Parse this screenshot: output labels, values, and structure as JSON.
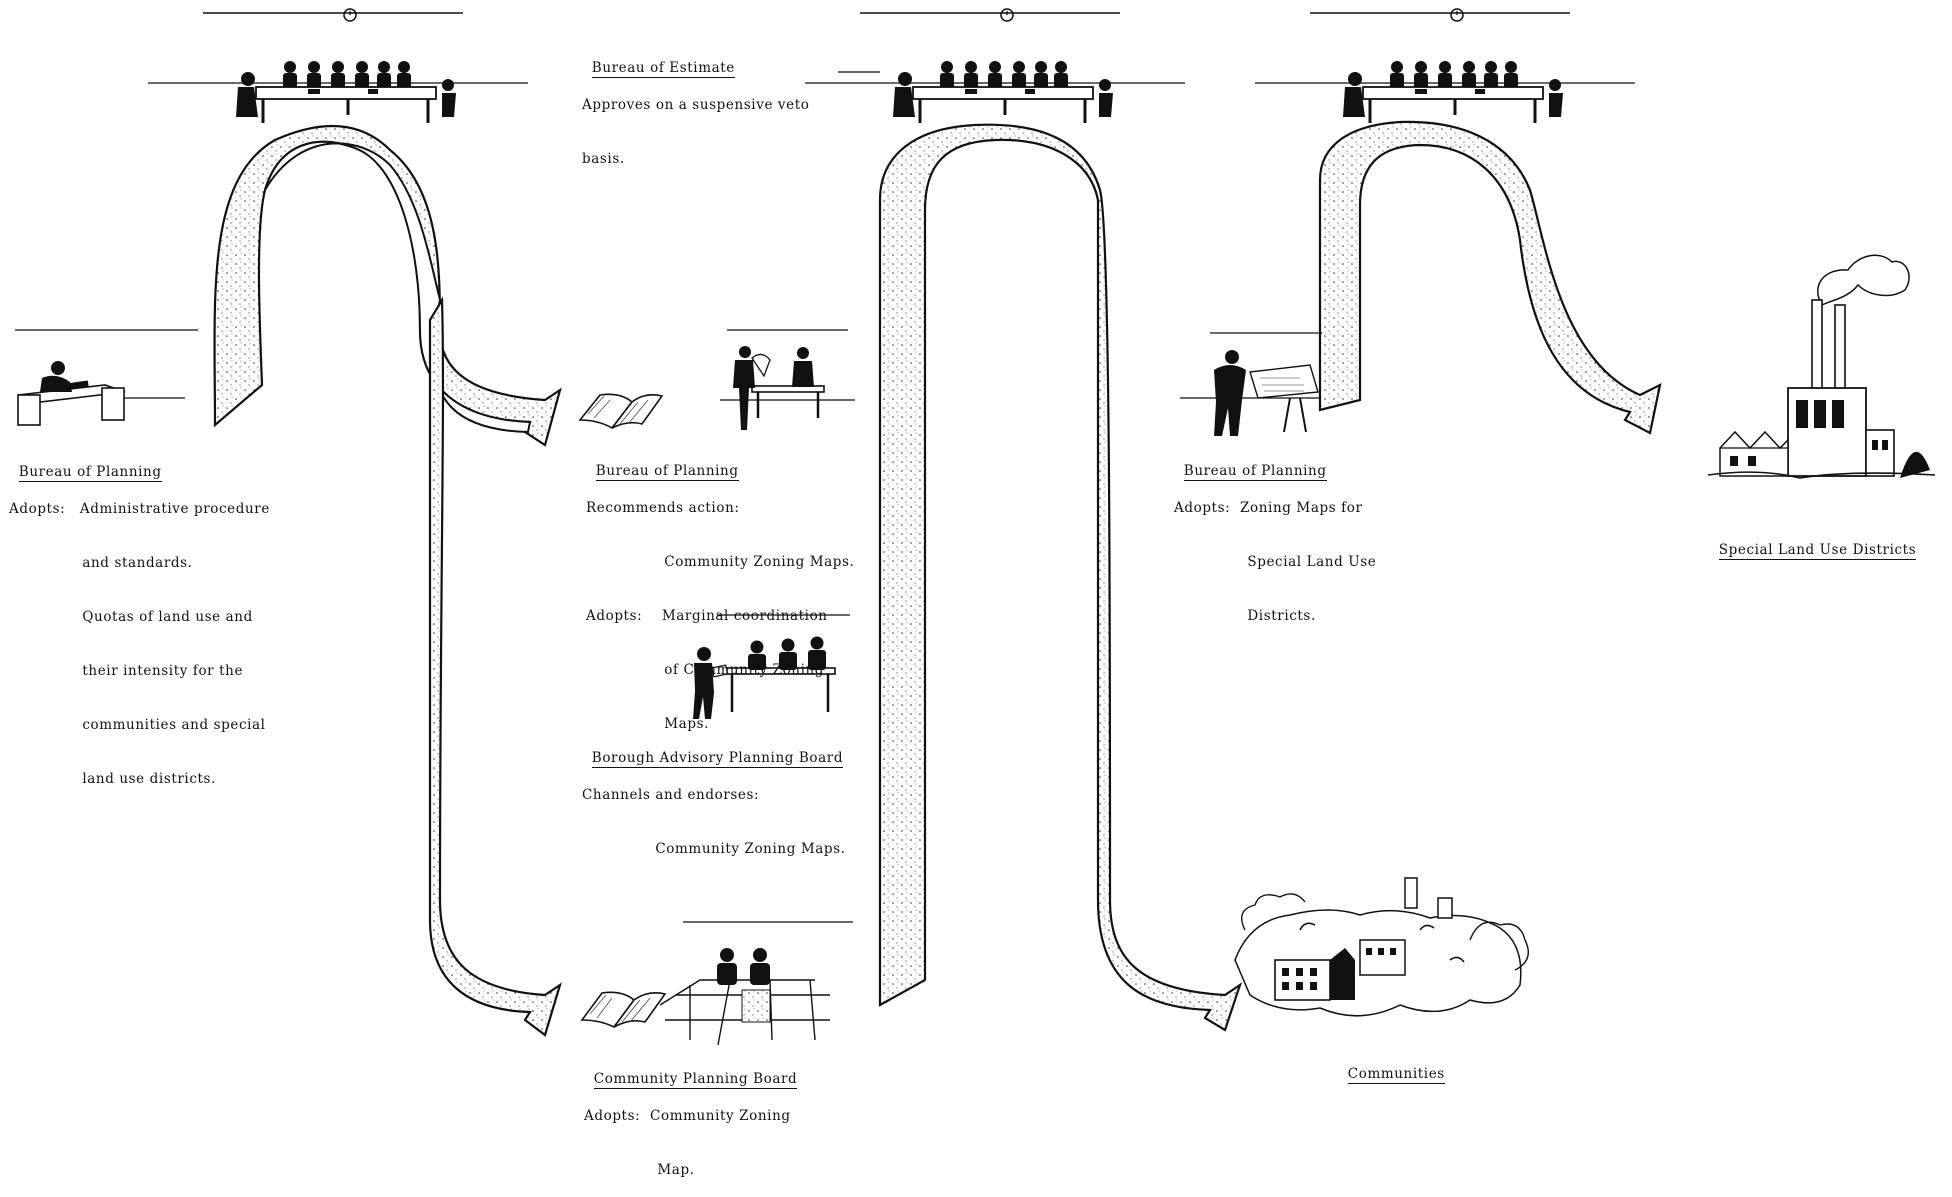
{
  "bureau_estimate": {
    "title": "Bureau of Estimate",
    "lines": [
      "Approves on a suspensive veto",
      "basis."
    ]
  },
  "bureau_planning_1": {
    "title": "Bureau of Planning",
    "lines": [
      "Adopts:   Administrative procedure",
      "               and standards.",
      "               Quotas of land use and",
      "               their intensity for the",
      "               communities and special",
      "               land use districts."
    ]
  },
  "bureau_planning_2": {
    "title": "Bureau of Planning",
    "lines": [
      "Recommends action:",
      "                Community Zoning Maps.",
      "Adopts:    Marginal coordination",
      "                of Community Zoning",
      "                Maps."
    ]
  },
  "borough_board": {
    "title": "Borough Advisory Planning Board",
    "lines": [
      "Channels and endorses:",
      "               Community Zoning Maps."
    ]
  },
  "community_board": {
    "title": "Community Planning Board",
    "lines": [
      "Adopts:  Community Zoning",
      "               Map."
    ]
  },
  "bureau_planning_3": {
    "title": "Bureau of Planning",
    "lines": [
      "Adopts:  Zoning Maps for",
      "               Special Land Use",
      "               Districts."
    ]
  },
  "special_districts": {
    "title": "Special Land Use Districts"
  },
  "communities": {
    "title": "Communities"
  }
}
